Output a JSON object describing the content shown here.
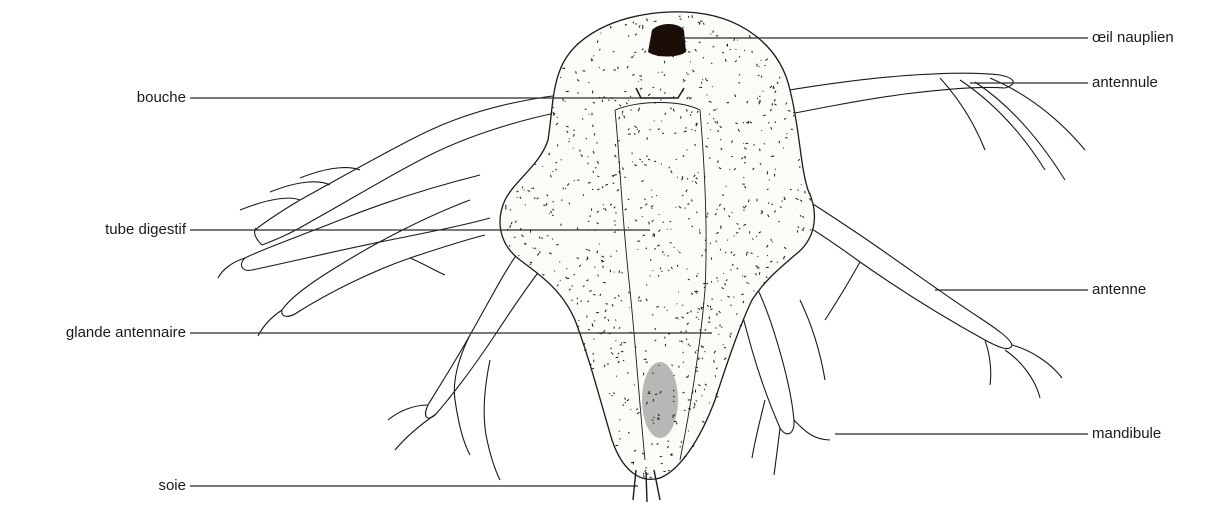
{
  "diagram": {
    "labels_left": {
      "bouche": "bouche",
      "tube_digestif": "tube digestif",
      "glande_antennaire": "glande antennaire",
      "soie": "soie"
    },
    "labels_right": {
      "oeil_nauplien": "œil nauplien",
      "antennule": "antennule",
      "antenne": "antenne",
      "mandibule": "mandibule"
    },
    "colors": {
      "ink": "#1a1a1a",
      "eye": "#1b0e08",
      "leader": "#2a2a2a",
      "background": "#ffffff"
    }
  }
}
